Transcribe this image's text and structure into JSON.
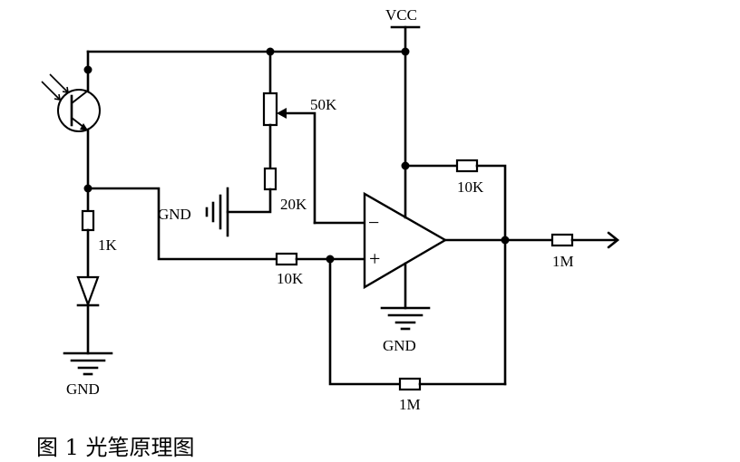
{
  "labels": {
    "vcc": "VCC",
    "pot": "50K",
    "r_pot_low": "20K",
    "gnd_ref": "GND",
    "r_emitter": "1K",
    "gnd_left": "GND",
    "r_in": "10K",
    "r_fb": "10K",
    "gnd_opamp": "GND",
    "r_out": "1M",
    "r_bottom": "1M",
    "minus": "−",
    "plus": "+"
  },
  "caption": "图 1 光笔原理图"
}
